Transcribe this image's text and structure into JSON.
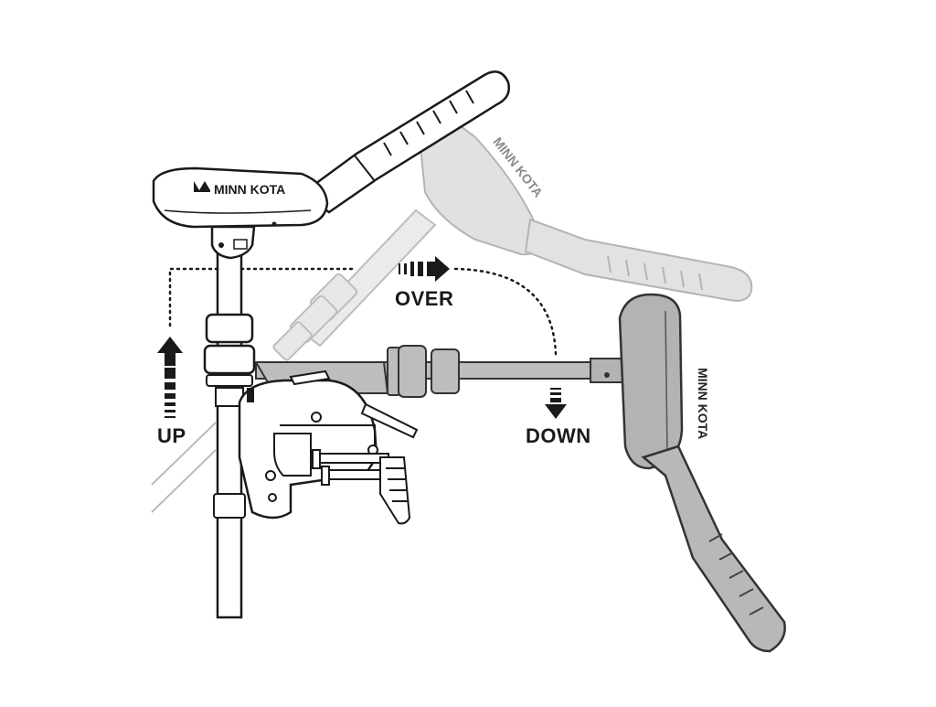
{
  "labels": {
    "up": "UP",
    "over": "OVER",
    "down": "DOWN"
  },
  "brand": {
    "logo_text": "MINN KOTA"
  },
  "colors": {
    "line": "#1a1a1a",
    "ghost_fill": "#c9c9c9",
    "ghost_stroke": "#8a8a8a",
    "gray_fill": "#b3b3b3",
    "gray_stroke": "#555555",
    "white_fill": "#ffffff"
  }
}
